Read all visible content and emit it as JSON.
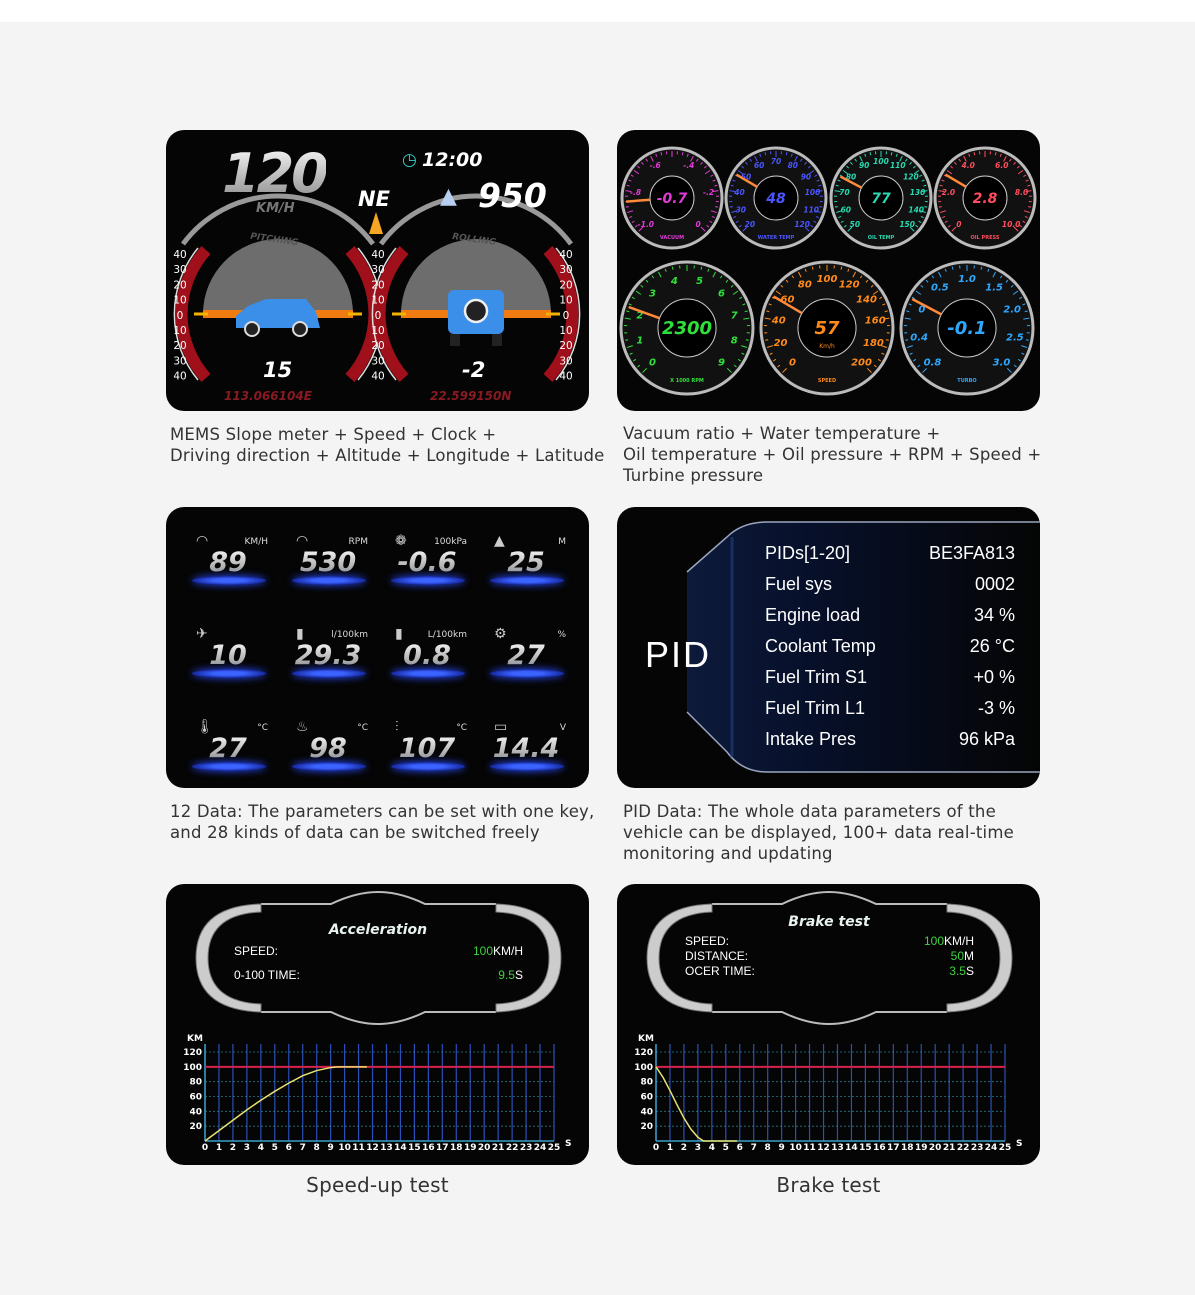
{
  "slope": {
    "speed": "120",
    "speed_unit": "KM/H",
    "clock": "12:00",
    "direction": "NE",
    "altitude": "950",
    "pitching_label": "PITCHING",
    "rolling_label": "ROLLING",
    "pitch_value": "15",
    "roll_value": "-2",
    "longitude": "113.066104E",
    "latitude": "22.599150N",
    "scale": [
      "40",
      "30",
      "20",
      "10",
      "0",
      "10",
      "20",
      "30",
      "40"
    ]
  },
  "slope_caption": [
    "MEMS Slope meter + Speed + Clock +",
    "Driving direction + Altitude + Longitude + Latitude"
  ],
  "gauges": [
    {
      "label": "VACUUM",
      "value": "-0.7",
      "needle": 0.15,
      "color": "#e23ad8",
      "ticks": [
        "-1.0",
        "-.8",
        "-.6",
        "-.4",
        "-.2",
        "0"
      ],
      "big": false
    },
    {
      "label": "WATER TEMP",
      "value": "48",
      "needle": 0.28,
      "color": "#4a55ff",
      "ticks": [
        "20",
        "30",
        "40",
        "50",
        "60",
        "70",
        "80",
        "90",
        "100",
        "110",
        "120"
      ],
      "big": false
    },
    {
      "label": "OIL TEMP",
      "value": "77",
      "needle": 0.27,
      "color": "#28d8b0",
      "ticks": [
        "50",
        "60",
        "70",
        "80",
        "90",
        "100",
        "110",
        "120",
        "130",
        "140",
        "150"
      ],
      "big": false
    },
    {
      "label": "OIL PRESS",
      "value": "2.8",
      "needle": 0.28,
      "color": "#ff4d5e",
      "ticks": [
        "0",
        "2.0",
        "4.0",
        "6.0",
        "8.0",
        "10.0"
      ],
      "big": false
    },
    {
      "label": "X 1000 RPM",
      "value": "2300",
      "needle": 0.24,
      "color": "#2fe03a",
      "ticks": [
        "0",
        "1",
        "2",
        "3",
        "4",
        "5",
        "6",
        "7",
        "8",
        "9"
      ],
      "big": true
    },
    {
      "label": "SPEED",
      "unit": "Km/h",
      "value": "57",
      "needle": 0.28,
      "color": "#ff8a1a",
      "ticks": [
        "0",
        "20",
        "40",
        "60",
        "80",
        "100",
        "120",
        "140",
        "160",
        "180",
        "200"
      ],
      "big": true
    },
    {
      "label": "TURBO",
      "value": "-0.1",
      "needle": 0.27,
      "color": "#2ea8ff",
      "ticks": [
        "0.8",
        "0.4",
        "0",
        "0.5",
        "1.0",
        "1.5",
        "2.0",
        "2.5",
        "3.0"
      ],
      "big": true
    }
  ],
  "gauges_caption": [
    "Vacuum ratio + Water temperature +",
    "Oil temperature + Oil pressure + RPM + Speed +",
    "Turbine pressure"
  ],
  "tiles": [
    {
      "icon": "speedometer-icon",
      "glyph": "◠",
      "unit": "KM/H",
      "value": "89"
    },
    {
      "icon": "rpm-icon",
      "glyph": "◠",
      "unit": "RPM",
      "value": "530"
    },
    {
      "icon": "turbo-icon",
      "glyph": "❁",
      "unit": "100kPa",
      "value": "-0.6"
    },
    {
      "icon": "altitude-icon",
      "glyph": "▲",
      "unit": "M",
      "value": "25"
    },
    {
      "icon": "satellite-icon",
      "glyph": "✈",
      "unit": "",
      "value": "10"
    },
    {
      "icon": "fuel-icon",
      "glyph": "▮",
      "unit": "l/100km",
      "value": "29.3"
    },
    {
      "icon": "fuel-instant-icon",
      "glyph": "▮",
      "unit": "L/100km",
      "value": "0.8"
    },
    {
      "icon": "engine-load-icon",
      "glyph": "⚙",
      "unit": "%",
      "value": "27"
    },
    {
      "icon": "thermometer-icon",
      "glyph": "🌡",
      "unit": "°C",
      "value": "27"
    },
    {
      "icon": "oil-temp-icon",
      "glyph": "♨",
      "unit": "°C",
      "value": "98"
    },
    {
      "icon": "coolant-temp-icon",
      "glyph": "⫶",
      "unit": "°C",
      "value": "107"
    },
    {
      "icon": "battery-icon",
      "glyph": "▭",
      "unit": "V",
      "value": "14.4"
    }
  ],
  "tiles_caption": [
    "12 Data: The parameters can be set with one key,",
    "and 28 kinds of data can be switched freely"
  ],
  "pid": {
    "title": "PID",
    "rows": [
      {
        "label": "PIDs[1-20]",
        "value": "BE3FA813"
      },
      {
        "label": "Fuel sys",
        "value": "0002"
      },
      {
        "label": "Engine load",
        "value": "34 %"
      },
      {
        "label": "Coolant Temp",
        "value": "26 °C"
      },
      {
        "label": "Fuel Trim S1",
        "value": "+0 %"
      },
      {
        "label": "Fuel Trim L1",
        "value": "-3 %"
      },
      {
        "label": "Intake Pres",
        "value": "96 kPa"
      }
    ]
  },
  "pid_caption": [
    "PID Data: The whole data parameters of the",
    "vehicle can be displayed, 100+ data real-time",
    "monitoring and updating"
  ],
  "accel": {
    "title": "Acceleration",
    "rows": [
      {
        "label": "SPEED:",
        "num": "100",
        "unit": "KM/H"
      },
      {
        "label": "0-100 TIME:",
        "num": "9.5",
        "unit": "S"
      }
    ]
  },
  "brake": {
    "title": "Brake test",
    "rows": [
      {
        "label": "SPEED:",
        "num": "100",
        "unit": "KM/H"
      },
      {
        "label": "DISTANCE:",
        "num": "50",
        "unit": "M"
      },
      {
        "label": "OCER TIME:",
        "num": "3.5",
        "unit": "S"
      }
    ]
  },
  "accel_caption": "Speed-up test",
  "brake_caption": "Brake test",
  "chart_data": [
    {
      "type": "line",
      "title": "Acceleration",
      "xlabel": "S",
      "ylabel": "KM",
      "xlim": [
        0,
        25
      ],
      "ylim": [
        0,
        120
      ],
      "xticks": [
        "0",
        "1",
        "2",
        "3",
        "4",
        "5",
        "6",
        "7",
        "8",
        "9",
        "10",
        "11",
        "12",
        "13",
        "14",
        "15",
        "16",
        "17",
        "18",
        "19",
        "20",
        "21",
        "22",
        "23",
        "24",
        "25"
      ],
      "yticks": [
        "20",
        "40",
        "60",
        "80",
        "100",
        "120"
      ],
      "reference": 100,
      "x": [
        0,
        1,
        2,
        3,
        4,
        5,
        6,
        7,
        8,
        9,
        9.5,
        11.6
      ],
      "y": [
        0,
        14,
        28,
        42,
        55,
        67,
        78,
        88,
        95,
        99,
        100,
        100
      ]
    },
    {
      "type": "line",
      "title": "Brake test",
      "xlabel": "S",
      "ylabel": "KM",
      "xlim": [
        0,
        25
      ],
      "ylim": [
        0,
        120
      ],
      "xticks": [
        "0",
        "1",
        "2",
        "3",
        "4",
        "5",
        "6",
        "7",
        "8",
        "9",
        "10",
        "11",
        "12",
        "13",
        "14",
        "15",
        "16",
        "17",
        "18",
        "19",
        "20",
        "21",
        "22",
        "23",
        "24",
        "25"
      ],
      "yticks": [
        "20",
        "40",
        "60",
        "80",
        "100",
        "120"
      ],
      "reference": 100,
      "x": [
        0,
        0.5,
        1,
        1.5,
        2,
        2.5,
        3,
        3.4,
        5.8
      ],
      "y": [
        100,
        86,
        68,
        49,
        31,
        16,
        5,
        0,
        0
      ]
    }
  ]
}
